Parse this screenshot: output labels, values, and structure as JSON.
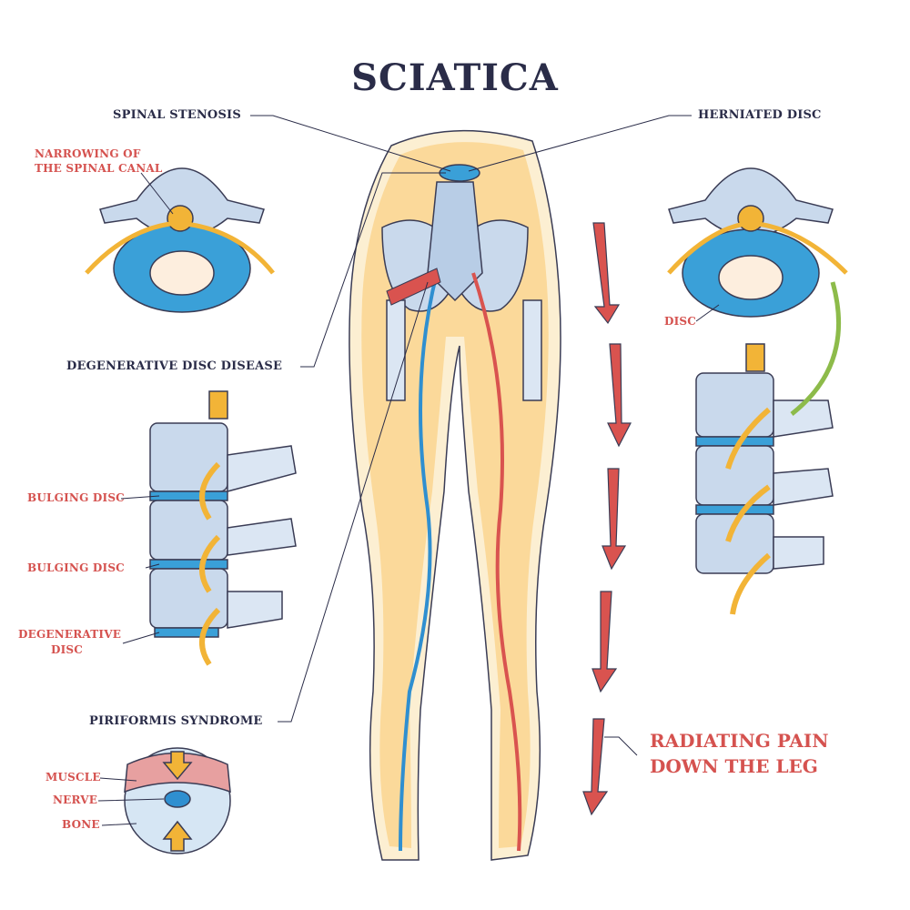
{
  "title": "SCIATICA",
  "labels": {
    "spinal_stenosis": "SPINAL STENOSIS",
    "narrowing_line1": "NARROWING OF",
    "narrowing_line2": "THE SPINAL CANAL",
    "herniated_disc": "HERNIATED DISC",
    "disc": "DISC",
    "degenerative_disc_disease": "DEGENERATIVE DISC DISEASE",
    "bulging_disc_1": "BULGING DISC",
    "bulging_disc_2": "BULGING DISC",
    "degenerative_line1": "DEGENERATIVE",
    "degenerative_line2": "DISC",
    "piriformis_syndrome": "PIRIFORMIS SYNDROME",
    "muscle": "MUSCLE",
    "nerve": "NERVE",
    "bone": "BONE"
  },
  "pain": {
    "line1": "RADIATING PAIN",
    "line2": "DOWN THE LEG"
  },
  "colors": {
    "title": "#2a2c48",
    "accent_red": "#d5524f",
    "skin": "#fbd99a",
    "bone": "#c9d9ec",
    "disc": "#3aa0d8",
    "nerve": "#f2b437",
    "arrow": "#d9534f"
  }
}
